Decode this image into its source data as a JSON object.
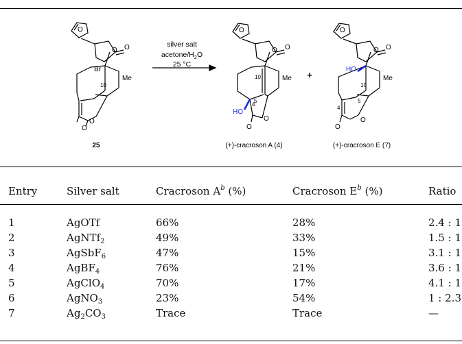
{
  "scheme": {
    "reagents": [
      "silver salt",
      "acetone/H",
      "2",
      "O",
      "25 °C"
    ],
    "start_compound_label": "25",
    "product_a_label": "(+)-cracroson A (4)",
    "product_e_label": "(+)-cracroson E (7)",
    "plus": "+",
    "atoms": {
      "O": "O",
      "Br": "Br",
      "Me": "Me",
      "HO": "HO",
      "n10": "10",
      "n5": "5",
      "n4": "4"
    },
    "bond_highlight_color": "#1a2bd8"
  },
  "table": {
    "headers": {
      "entry": "Entry",
      "salt": "Silver salt",
      "a_main": "Cracroson A",
      "a_sup": "b",
      "a_unit": " (%)",
      "e_main": "Cracroson E",
      "e_sup": "b",
      "e_unit": " (%)",
      "ratio": "Ratio"
    },
    "rows": [
      {
        "entry": "1",
        "salt": {
          "base": "AgOTf",
          "sub": "",
          "tail": ""
        },
        "a": "66%",
        "e": "28%",
        "ratio": "2.4 : 1"
      },
      {
        "entry": "2",
        "salt": {
          "base": "AgNTf",
          "sub": "2",
          "tail": ""
        },
        "a": "49%",
        "e": "33%",
        "ratio": "1.5 : 1"
      },
      {
        "entry": "3",
        "salt": {
          "base": "AgSbF",
          "sub": "6",
          "tail": ""
        },
        "a": "47%",
        "e": "15%",
        "ratio": "3.1 : 1"
      },
      {
        "entry": "4",
        "salt": {
          "base": "AgBF",
          "sub": "4",
          "tail": ""
        },
        "a": "76%",
        "e": "21%",
        "ratio": "3.6 : 1"
      },
      {
        "entry": "5",
        "salt": {
          "base": "AgClO",
          "sub": "4",
          "tail": ""
        },
        "a": "70%",
        "e": "17%",
        "ratio": "4.1 : 1"
      },
      {
        "entry": "6",
        "salt": {
          "base": "AgNO",
          "sub": "3",
          "tail": ""
        },
        "a": "23%",
        "e": "54%",
        "ratio": "1 : 2.3"
      },
      {
        "entry": "7",
        "salt": {
          "base": "Ag",
          "sub": "2",
          "tail": "CO",
          "sub2": "3"
        },
        "a": "Trace",
        "e": "Trace",
        "ratio": "—"
      }
    ]
  }
}
